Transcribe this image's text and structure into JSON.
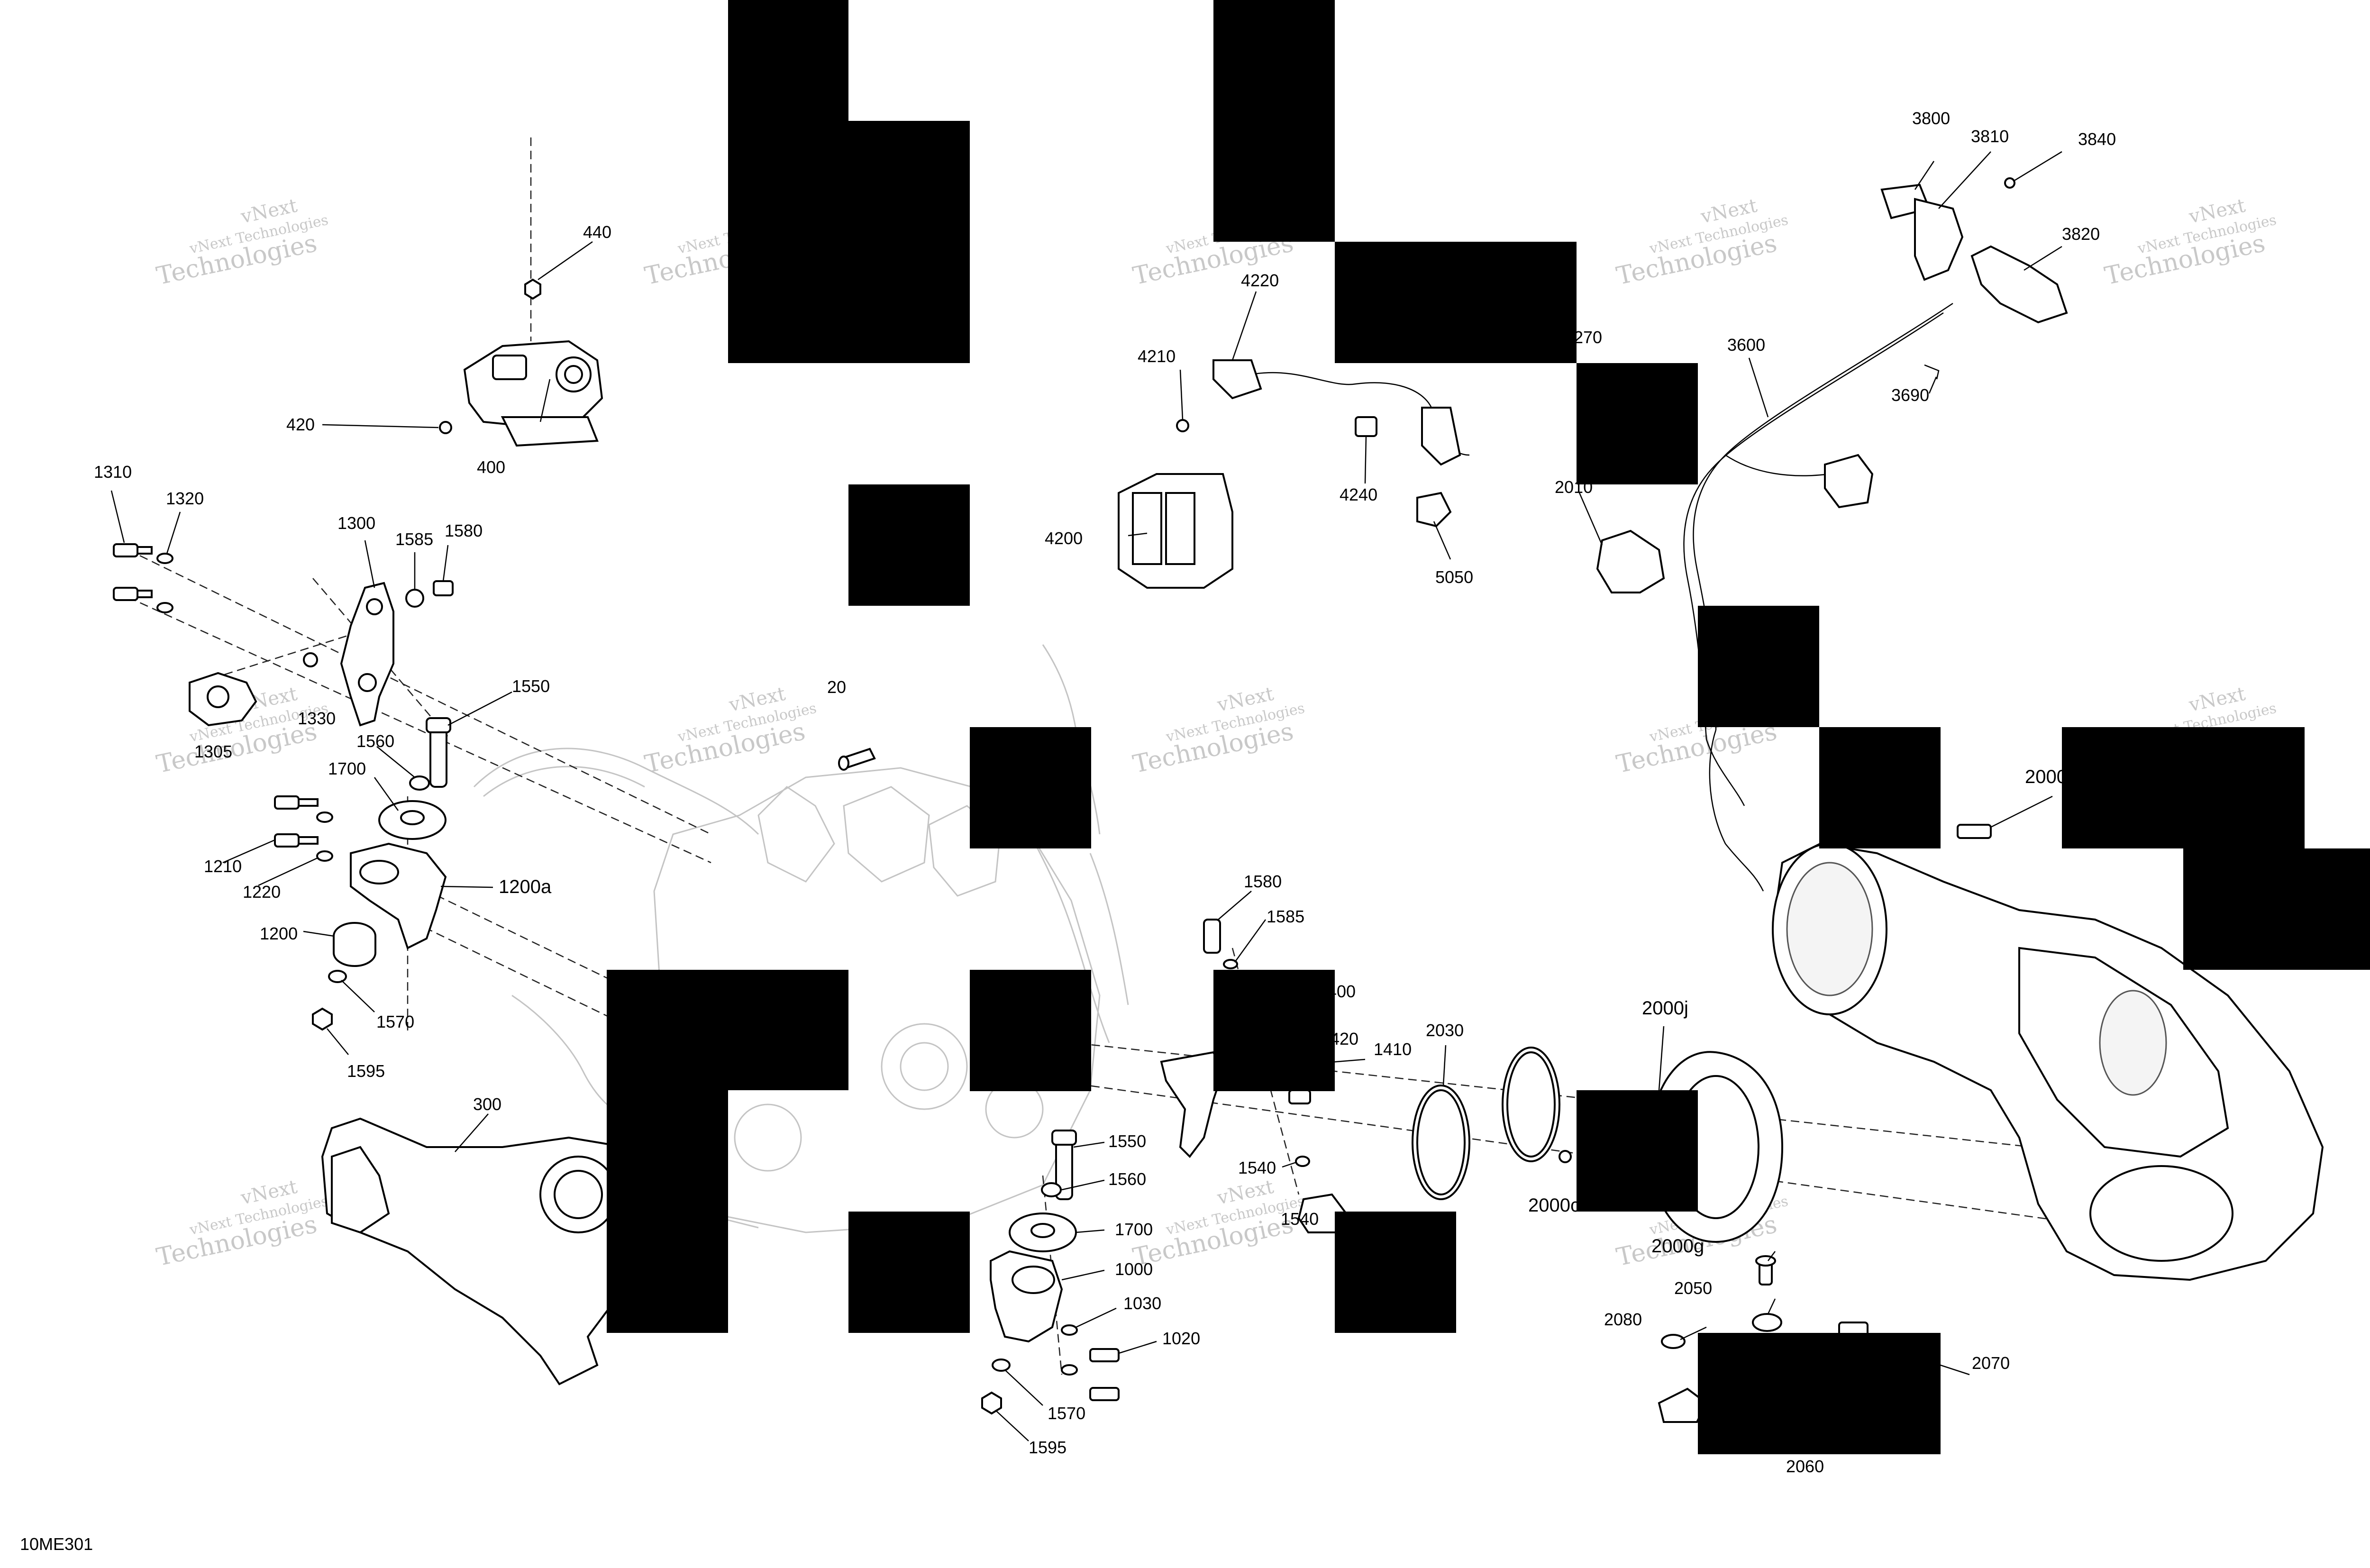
{
  "diagram": {
    "code": "10ME301",
    "watermark": {
      "line1": "vNext",
      "line2": "Technologies",
      "line3": "vNext Technologies"
    },
    "labels": {
      "p20": "20",
      "p300": "300",
      "p400": "400",
      "p420": "420",
      "p440": "440",
      "p1000": "1000",
      "p1020": "1020",
      "p1030": "1030",
      "p1200": "1200",
      "p1200a": "1200a",
      "p1210": "1210",
      "p1220": "1220",
      "p1300": "1300",
      "p1305": "1305",
      "p1310": "1310",
      "p1320": "1320",
      "p1330": "1330",
      "p1400": "400",
      "p1410": "1410",
      "p1420": "420",
      "p1540": "1540",
      "p1540b": "1540",
      "p1550a": "1550",
      "p1550b": "1550",
      "p1560a": "1560",
      "p1560b": "1560",
      "p1570a": "1570",
      "p1570b": "1570",
      "p1580a": "1580",
      "p1580b": "1580",
      "p1585a": "1585",
      "p1585b": "1585",
      "p1595a": "1595",
      "p1595b": "1595",
      "p1700a": "1700",
      "p1700b": "1700",
      "p2000": "2000",
      "p2000c": "2000c",
      "p2000g": "2000g",
      "p2000j": "2000j",
      "p2010": "2010",
      "p2030": "2030",
      "p2050": "2050",
      "p2060": "2060",
      "p2070": "2070",
      "p2080": "2080",
      "p270": "270",
      "p3600": "3600",
      "p3690": "3690",
      "p3800": "3800",
      "p3810": "3810",
      "p3820": "3820",
      "p3840": "3840",
      "p4200": "4200",
      "p4210": "4210",
      "p4220": "4220",
      "p4240": "4240",
      "p5050": "5050"
    }
  }
}
